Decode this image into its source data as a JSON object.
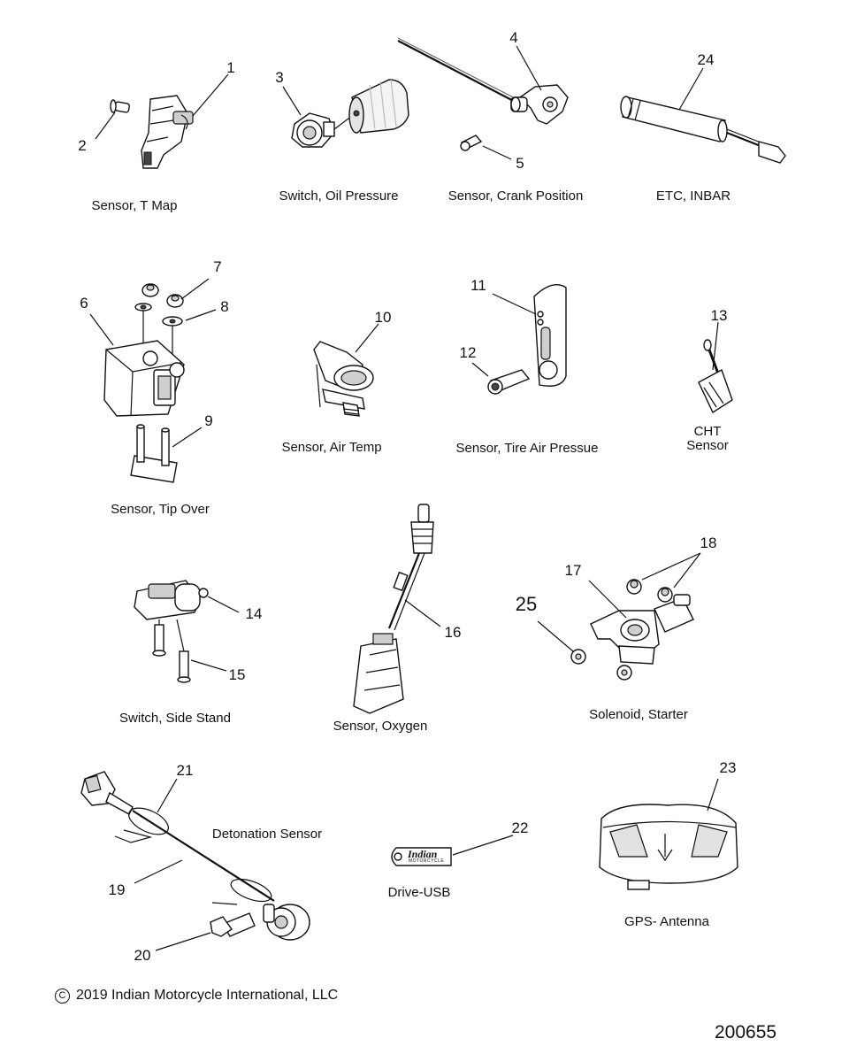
{
  "captions": {
    "t_map": "Sensor, T Map",
    "oil_pressure": "Switch, Oil Pressure",
    "crank_position": "Sensor, Crank Position",
    "etc_inbar": "ETC, INBAR",
    "tip_over": "Sensor, Tip Over",
    "air_temp": "Sensor, Air Temp",
    "tire_air": "Sensor, Tire Air Pressue",
    "cht_line1": "CHT",
    "cht_line2": "Sensor",
    "side_stand": "Switch, Side Stand",
    "oxygen": "Sensor, Oxygen",
    "starter": "Solenoid, Starter",
    "detonation": "Detonation Sensor",
    "usb": "Drive-USB",
    "gps": "GPS- Antenna"
  },
  "callouts": {
    "c1": "1",
    "c2": "2",
    "c3": "3",
    "c4": "4",
    "c5": "5",
    "c6": "6",
    "c7": "7",
    "c8": "8",
    "c9": "9",
    "c10": "10",
    "c11": "11",
    "c12": "12",
    "c13": "13",
    "c14": "14",
    "c15": "15",
    "c16": "16",
    "c17": "17",
    "c18": "18",
    "c19": "19",
    "c20": "20",
    "c21": "21",
    "c22": "22",
    "c23": "23",
    "c24": "24",
    "c25": "25"
  },
  "usb_logo": "Indian",
  "usb_logo_sub": "MOTORCYCLE",
  "copyright": "2019 Indian Motorcycle International, LLC",
  "copyright_symbol": "C",
  "doc_number": "200655"
}
